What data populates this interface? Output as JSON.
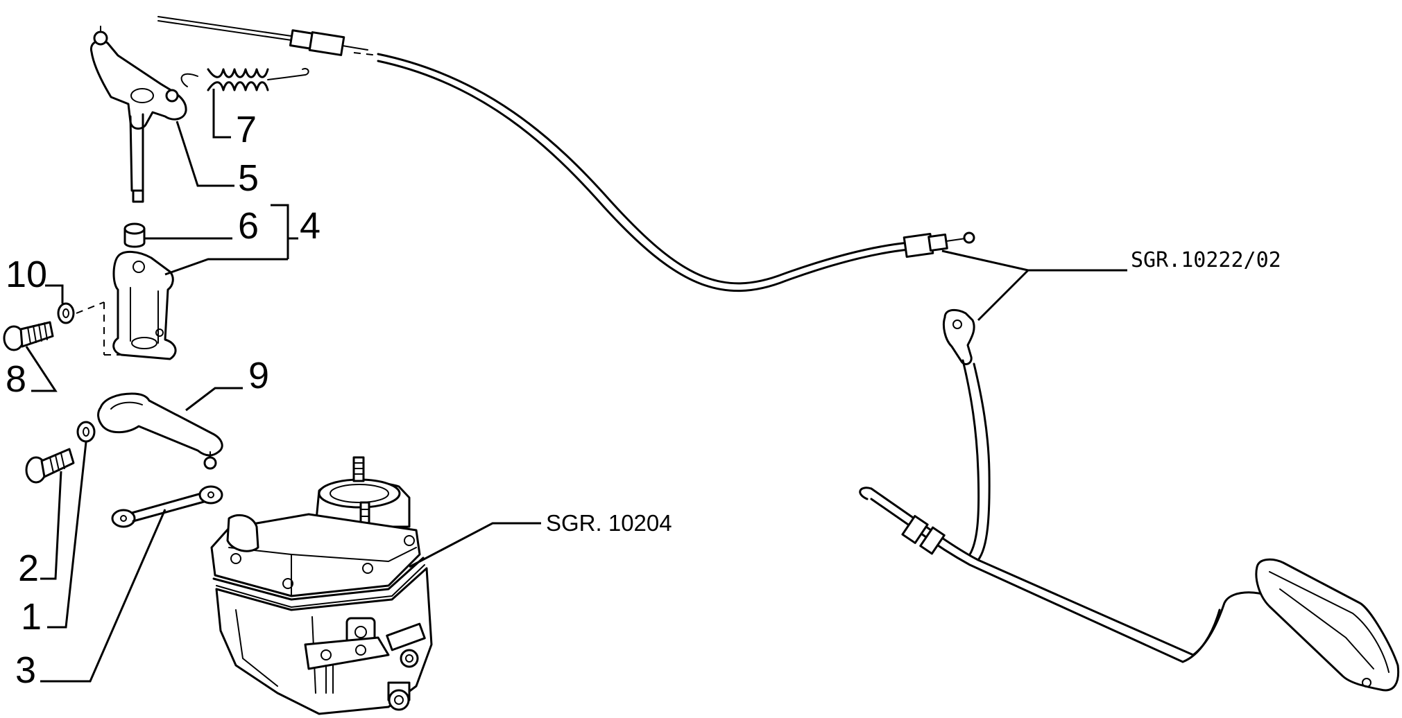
{
  "callouts": [
    {
      "id": "1",
      "label": "1"
    },
    {
      "id": "2",
      "label": "2"
    },
    {
      "id": "3",
      "label": "3"
    },
    {
      "id": "4",
      "label": "4"
    },
    {
      "id": "5",
      "label": "5"
    },
    {
      "id": "6",
      "label": "6"
    },
    {
      "id": "7",
      "label": "7"
    },
    {
      "id": "8",
      "label": "8"
    },
    {
      "id": "9",
      "label": "9"
    },
    {
      "id": "10",
      "label": "10"
    }
  ],
  "references": {
    "carburetor": "SGR. 10204",
    "pedal_cable": "SGR.10222/02"
  }
}
